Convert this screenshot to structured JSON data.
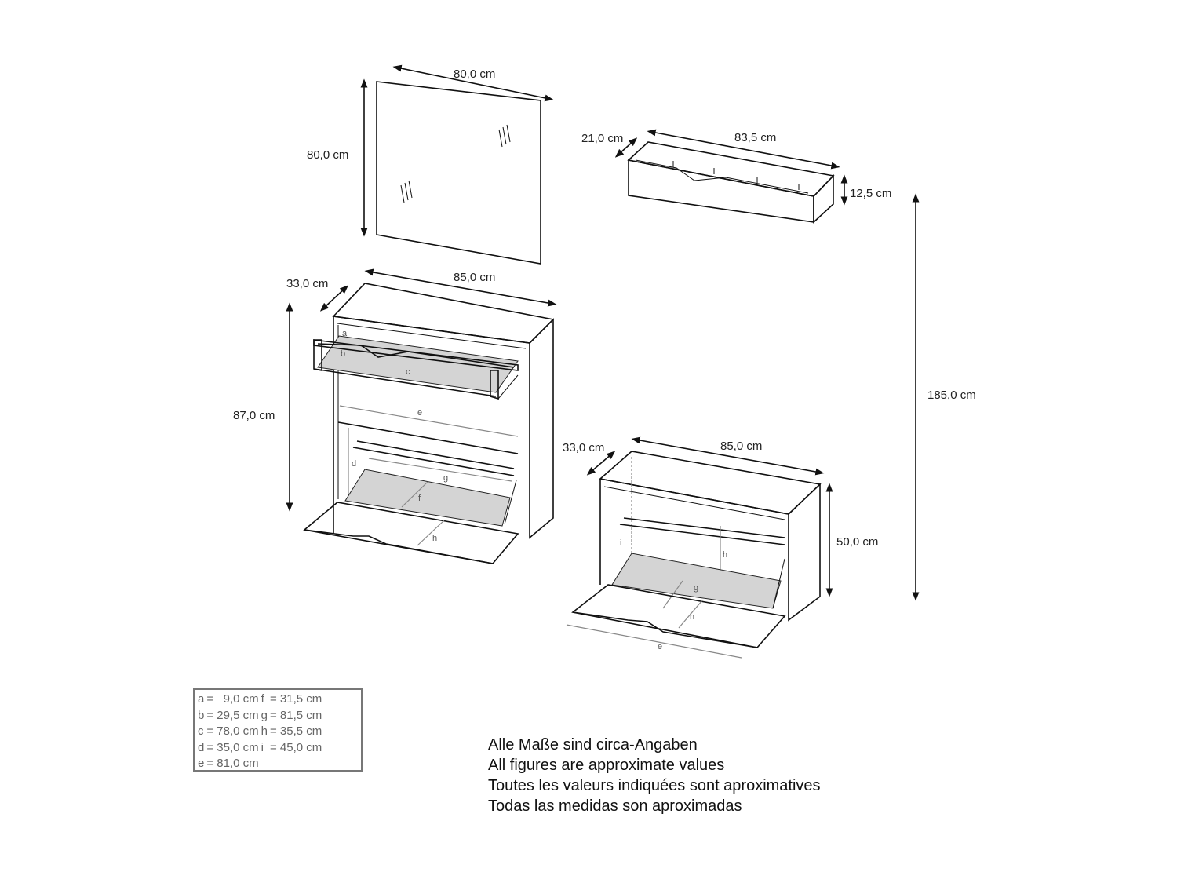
{
  "mirror": {
    "width": "80,0 cm",
    "height": "80,0 cm"
  },
  "shelf": {
    "depth": "21,0 cm",
    "width": "83,5 cm",
    "height": "12,5 cm"
  },
  "tall_cabinet": {
    "depth": "33,0 cm",
    "width": "85,0 cm",
    "height": "87,0 cm",
    "labels": [
      "a",
      "b",
      "c",
      "e",
      "d",
      "g",
      "f",
      "h"
    ]
  },
  "small_cabinet": {
    "depth": "33,0 cm",
    "width": "85,0 cm",
    "height": "50,0 cm",
    "labels": [
      "i",
      "h",
      "g",
      "h",
      "e"
    ]
  },
  "total_height": "185,0 cm",
  "legend": [
    [
      "a",
      "=   9,0 cm",
      "f",
      "= 31,5 cm"
    ],
    [
      "b",
      "= 29,5 cm",
      "g",
      "= 81,5 cm"
    ],
    [
      "c",
      "= 78,0 cm",
      "h",
      "= 35,5 cm"
    ],
    [
      "d",
      "= 35,0 cm",
      "i",
      "= 45,0 cm"
    ],
    [
      "e",
      "= 81,0 cm",
      "",
      ""
    ]
  ],
  "notes": [
    "Alle Maße sind circa-Angaben",
    "All figures are approximate values",
    "Toutes les valeurs indiquées sont aproximatives",
    "Todas las medidas son aproximadas"
  ]
}
